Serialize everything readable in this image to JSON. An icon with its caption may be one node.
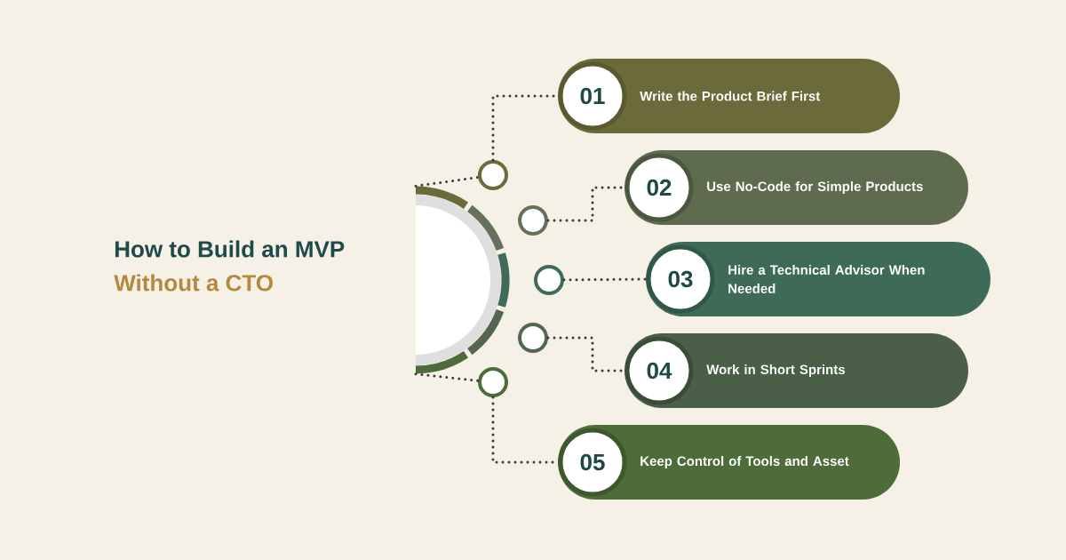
{
  "diagram": {
    "nodes": [
      {
        "text": [],
        "shape": "circle"
      },
      {
        "text": [],
        "shape": "circle"
      },
      {
        "text": [],
        "shape": "circle"
      },
      {
        "text": [],
        "shape": "circle"
      },
      {
        "text": [],
        "shape": "circle"
      },
      {
        "text": [],
        "shape": "circle"
      },
      {
        "text": [
          "01",
          "Write the Product Brief First"
        ]
      },
      {
        "text": [
          "02",
          "Use No-Code for Simple Products"
        ]
      },
      {
        "text": [
          "03",
          "Hire a Technical Advisor When Needed"
        ]
      },
      {
        "text": [
          "04",
          "Work in Short Sprints"
        ]
      },
      {
        "text": [
          "05",
          "Keep Control of Tools and Asset"
        ]
      }
    ],
    "edges": [
      {
        "from": 0,
        "to": 1,
        "arrow": "none",
        "style": "dashed"
      },
      {
        "from": 0,
        "to": 5,
        "arrow": "none",
        "style": "dashed"
      },
      {
        "from": 1,
        "to": 6,
        "arrow": "none",
        "style": "dashed"
      },
      {
        "from": 2,
        "to": 7,
        "arrow": "none",
        "style": "dashed"
      },
      {
        "from": 3,
        "to": 8,
        "arrow": "none",
        "style": "dashed"
      },
      {
        "from": 4,
        "to": 9,
        "arrow": "none",
        "style": "dashed"
      },
      {
        "from": 5,
        "to": 10,
        "arrow": "none",
        "style": "dashed"
      }
    ],
    "labels": [
      "How to Build an MVP",
      "Without a CTO"
    ]
  }
}
